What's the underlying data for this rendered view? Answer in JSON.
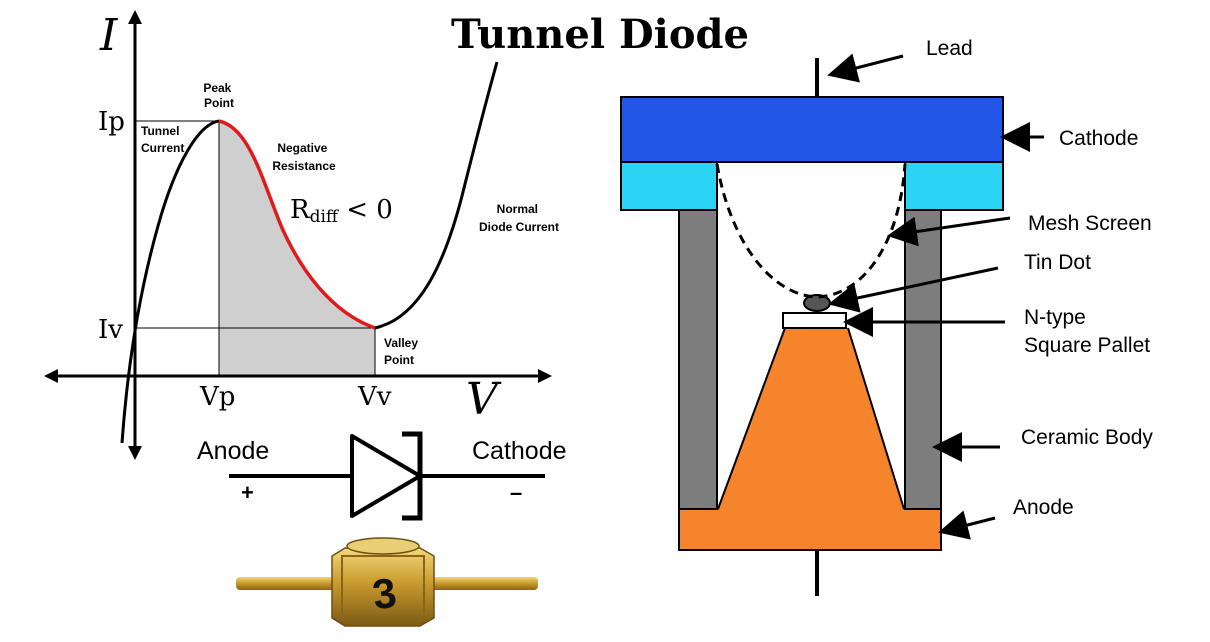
{
  "title": "Tunnel Diode",
  "graph": {
    "axis_i": "I",
    "axis_v": "V",
    "ip": "Ip",
    "iv": "Iv",
    "vp": "Vp",
    "vv": "Vv",
    "peak_point": [
      "Peak",
      "Point"
    ],
    "tunnel_current": [
      "Tunnel",
      "Current"
    ],
    "negative_resistance": [
      "Negative",
      "Resistance"
    ],
    "rdiff_main": "R",
    "rdiff_sub": "diff",
    "rdiff_rest": " < 0",
    "normal_diode_current": [
      "Normal",
      "Diode Current"
    ],
    "valley_point": [
      "Valley",
      "Point"
    ]
  },
  "symbol": {
    "anode": "Anode",
    "cathode": "Cathode",
    "plus": "+",
    "minus": "–"
  },
  "photo": {
    "marking": "3"
  },
  "construction": {
    "lead": "Lead",
    "cathode": "Cathode",
    "mesh_screen": "Mesh Screen",
    "tin_dot": "Tin Dot",
    "pallet": [
      "N-type",
      "Square Pallet"
    ],
    "ceramic_body": "Ceramic Body",
    "anode": "Anode"
  },
  "colors": {
    "cathode_block": "#2156e6",
    "cyan_block": "#2bd3f5",
    "ceramic": "#7d7d7d",
    "anode_block": "#f5842d",
    "negative_resistance_curve": "#e01b1b",
    "shaded_region": "#cfcfcf"
  }
}
